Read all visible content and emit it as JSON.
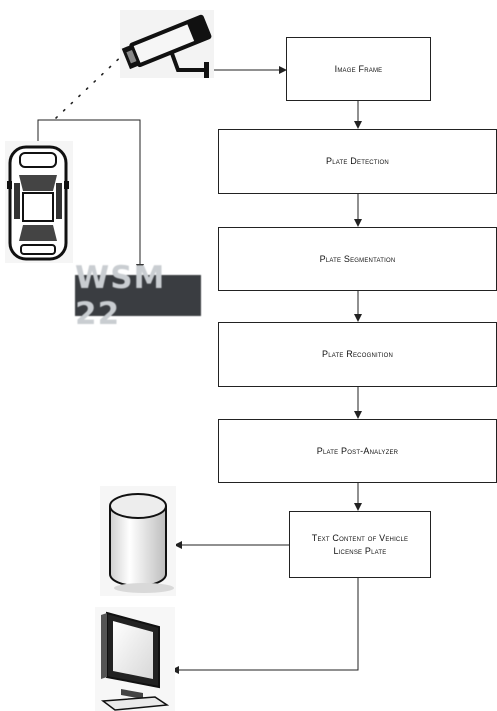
{
  "steps": {
    "image_frame": "Image Frame",
    "plate_detection": "Plate Detection",
    "plate_segmentation": "Plate Segmentation",
    "plate_recognition": "Plate Recognition",
    "plate_post_analyzer": "Plate Post-Analyzer",
    "text_content": "Text Content of Vehicle License Plate"
  },
  "license_plate_text": "WSM 22",
  "icons": {
    "camera": "security-camera-icon",
    "car": "car-top-view-icon",
    "database": "database-cylinder-icon",
    "monitor": "computer-monitor-icon"
  }
}
